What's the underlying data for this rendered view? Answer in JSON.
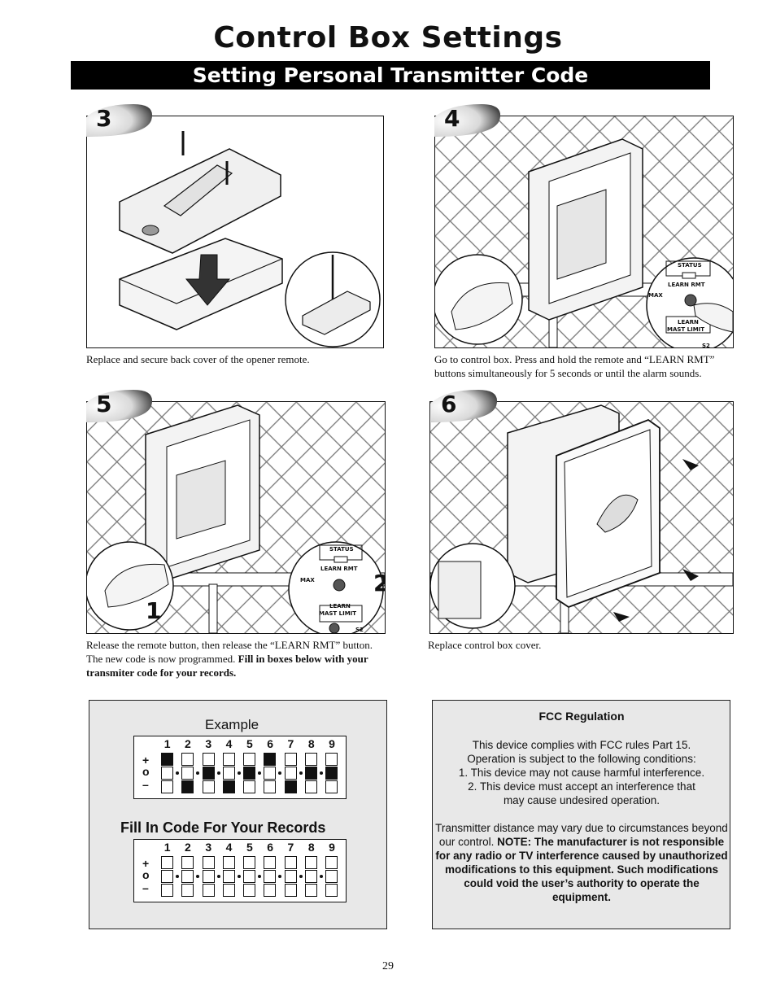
{
  "page": {
    "title": "Control Box Settings",
    "subtitle": "Setting Personal Transmitter Code",
    "page_number": "29"
  },
  "steps": [
    {
      "number": "3",
      "caption": "Replace and secure back cover of the opener remote."
    },
    {
      "number": "4",
      "caption": "Go to control box. Press and hold the remote and “LEARN RMT” buttons simultaneously for 5 seconds or until the alarm sounds."
    },
    {
      "number": "5",
      "caption_plain": "Release the remote button, then release the “LEARN RMT” button. The new code is now programmed. ",
      "caption_bold": "Fill in boxes below with your transmiter code for your records."
    },
    {
      "number": "6",
      "caption": "Replace control box cover."
    }
  ],
  "callouts": {
    "status": "STATUS",
    "learn_rmt": "LEARN  RMT",
    "learn": "LEARN",
    "mast_limit": "MAST  LIMIT",
    "s2": "S2",
    "max": "MAX",
    "step5_marker_1": "1",
    "step5_marker_2": "2"
  },
  "codes": {
    "example_title": "Example",
    "fill_title": "Fill In Code For Your Records",
    "switch_numbers": [
      "1",
      "2",
      "3",
      "4",
      "5",
      "6",
      "7",
      "8",
      "9"
    ],
    "symbols": [
      "+",
      "o",
      "–"
    ],
    "example_positions": [
      "+",
      "-",
      "o",
      "-",
      "o",
      "+",
      "-",
      "o",
      "o"
    ]
  },
  "fcc": {
    "title": "FCC Regulation",
    "para1_lines": [
      "This device complies with FCC rules Part 15.",
      "Operation is subject to the following conditions:",
      "1. This device may not cause harmful interference.",
      "2. This device must accept an interference that",
      "may cause undesired operation."
    ],
    "para2_plain": "Transmitter distance may vary due to circumstances beyond our control. ",
    "para2_bold": "NOTE: The manufacturer is not responsible for any radio or TV interference caused by unauthorized modifications to this equipment. Such modifications could void the user’s authority to operate the equipment."
  }
}
